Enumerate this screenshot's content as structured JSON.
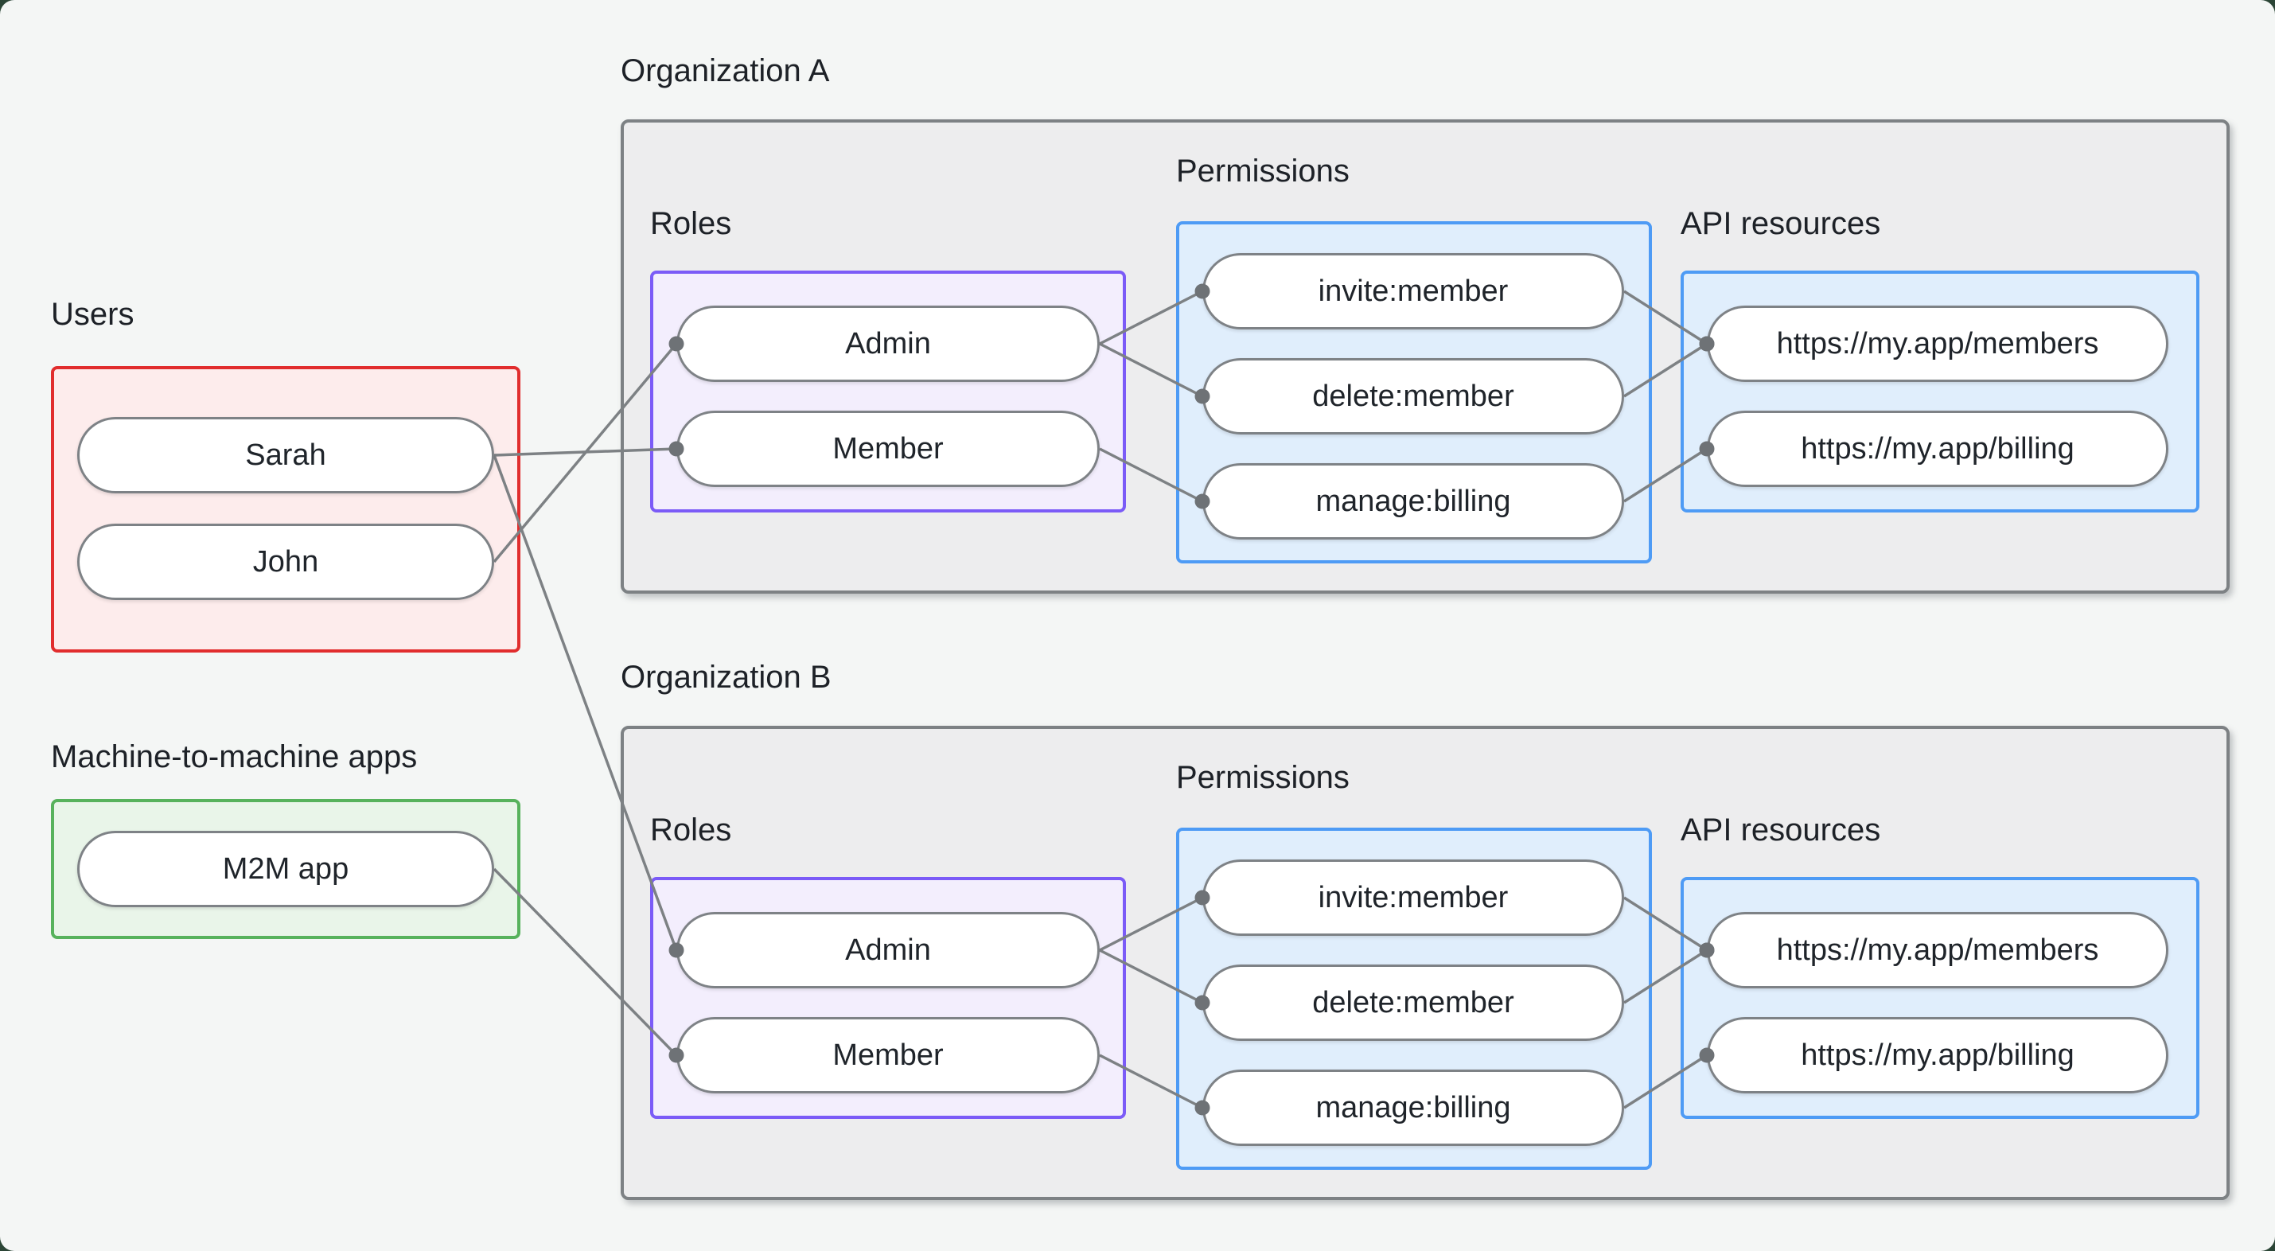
{
  "palette": {
    "page_bg": "#f4f6f5",
    "frame_bg": "#2b4536",
    "org_box_fill": "#ededee",
    "org_box_border": "#7d8184",
    "users_border": "#e12d2d",
    "users_fill": "#fdecec",
    "m2m_border": "#57b25c",
    "m2m_fill": "#e9f5e9",
    "roles_border": "#7b5bf7",
    "roles_fill": "#f3eefd",
    "permissions_border": "#4e9bf5",
    "permissions_fill": "#e0eefc",
    "pill_border": "#7e8286",
    "pill_fill": "#ffffff",
    "line_color": "#7d8184",
    "dot_color": "#6e7276",
    "text_color": "#1f242a"
  },
  "users": {
    "label": "Users",
    "nodes": [
      {
        "id": "sarah",
        "label": "Sarah"
      },
      {
        "id": "john",
        "label": "John"
      }
    ]
  },
  "m2m": {
    "label": "Machine-to-machine apps",
    "nodes": [
      {
        "id": "m2m",
        "label": "M2M app"
      }
    ]
  },
  "orgs": [
    {
      "label": "Organization A",
      "roles": {
        "label": "Roles",
        "nodes": [
          {
            "id": "a-admin",
            "label": "Admin"
          },
          {
            "id": "a-member",
            "label": "Member"
          }
        ]
      },
      "permissions": {
        "label": "Permissions",
        "nodes": [
          {
            "id": "a-invite",
            "label": "invite:member"
          },
          {
            "id": "a-delete",
            "label": "delete:member"
          },
          {
            "id": "a-manage",
            "label": "manage:billing"
          }
        ]
      },
      "api": {
        "label": "API resources",
        "nodes": [
          {
            "id": "a-members",
            "label": "https://my.app/members"
          },
          {
            "id": "a-billing",
            "label": "https://my.app/billing"
          }
        ]
      }
    },
    {
      "label": "Organization B",
      "roles": {
        "label": "Roles",
        "nodes": [
          {
            "id": "b-admin",
            "label": "Admin"
          },
          {
            "id": "b-member",
            "label": "Member"
          }
        ]
      },
      "permissions": {
        "label": "Permissions",
        "nodes": [
          {
            "id": "b-invite",
            "label": "invite:member"
          },
          {
            "id": "b-delete",
            "label": "delete:member"
          },
          {
            "id": "b-manage",
            "label": "manage:billing"
          }
        ]
      },
      "api": {
        "label": "API resources",
        "nodes": [
          {
            "id": "b-members",
            "label": "https://my.app/members"
          },
          {
            "id": "b-billing",
            "label": "https://my.app/billing"
          }
        ]
      }
    }
  ],
  "connections": [
    {
      "from": "sarah",
      "to": "a-member"
    },
    {
      "from": "john",
      "to": "a-admin"
    },
    {
      "from": "sarah",
      "to": "b-admin"
    },
    {
      "from": "m2m",
      "to": "b-member"
    },
    {
      "from": "a-admin",
      "to": "a-invite"
    },
    {
      "from": "a-admin",
      "to": "a-delete"
    },
    {
      "from": "a-member",
      "to": "a-manage"
    },
    {
      "from": "a-invite",
      "to": "a-members"
    },
    {
      "from": "a-delete",
      "to": "a-members"
    },
    {
      "from": "a-manage",
      "to": "a-billing"
    },
    {
      "from": "b-admin",
      "to": "b-invite"
    },
    {
      "from": "b-admin",
      "to": "b-delete"
    },
    {
      "from": "b-member",
      "to": "b-manage"
    },
    {
      "from": "b-invite",
      "to": "b-members"
    },
    {
      "from": "b-delete",
      "to": "b-members"
    },
    {
      "from": "b-manage",
      "to": "b-billing"
    }
  ]
}
